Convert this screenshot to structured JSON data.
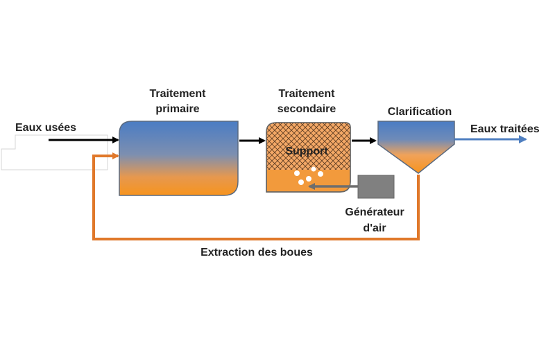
{
  "labels": {
    "input": "Eaux usées",
    "primary_line1": "Traitement",
    "primary_line2": "primaire",
    "secondary_line1": "Traitement",
    "secondary_line2": "secondaire",
    "support": "Support",
    "clarification": "Clarification",
    "output": "Eaux traitées",
    "air_line1": "Générateur",
    "air_line2": "d'air",
    "sludge": "Extraction des boues"
  },
  "colors": {
    "water_blue": "#4f7fc0",
    "sludge_orange": "#f29a3c",
    "recycle_line": "#e0782a",
    "arrow_black": "#000000",
    "output_arrow": "#4f7fc0",
    "air_unit": "#808080",
    "tank_border": "#555555"
  }
}
